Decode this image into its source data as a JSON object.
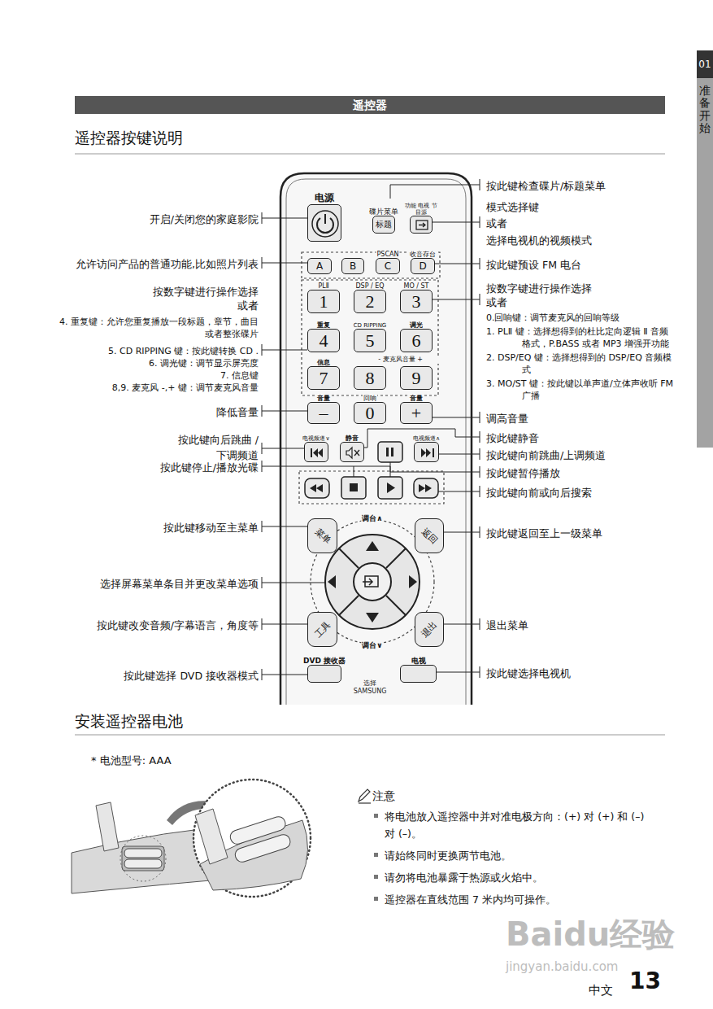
{
  "diagram": {
    "title": "遥控器按键说明",
    "nodes": [
      {
        "text": [
          "遥控器"
        ]
      },
      {
        "text": [
          "01",
          "准备开始"
        ]
      },
      {
        "text": [
          "选择 SAMSUNG"
        ]
      },
      {
        "text": [
          "电源"
        ],
        "in": 2
      },
      {
        "text": [
          "碟片菜单",
          "标题"
        ],
        "in": 2
      },
      {
        "text": [
          "功能 电视 节目源"
        ],
        "in": 2
      },
      {
        "text": [
          "A"
        ],
        "in": 2
      },
      {
        "text": [
          "B"
        ],
        "in": 2
      },
      {
        "text": [
          "PSCAN",
          "C"
        ],
        "in": 2
      },
      {
        "text": [
          "收音存台",
          "D"
        ],
        "in": 2
      },
      {
        "text": [
          "PLⅡ",
          "1"
        ],
        "in": 2
      },
      {
        "text": [
          "DSP / EQ",
          "2"
        ],
        "in": 2
      },
      {
        "text": [
          "MO / ST",
          "3"
        ],
        "in": 2
      },
      {
        "text": [
          "重复",
          "4"
        ],
        "in": 2
      },
      {
        "text": [
          "CD RIPPING",
          "5"
        ],
        "in": 2
      },
      {
        "text": [
          "调光",
          "6"
        ],
        "in": 2
      },
      {
        "text": [
          "信息",
          "7"
        ],
        "in": 2
      },
      {
        "text": [
          "8"
        ],
        "in": 2
      },
      {
        "text": [
          "9"
        ],
        "in": 2
      },
      {
        "text": [
          "音量",
          "–"
        ],
        "in": 2
      },
      {
        "text": [
          "回响",
          "0"
        ],
        "in": 2
      },
      {
        "text": [
          "音量",
          "+"
        ],
        "in": 2
      },
      {
        "text": [
          "电视频道∨"
        ],
        "in": 2
      },
      {
        "text": [
          "静音"
        ],
        "in": 2
      },
      {
        "text": [
          "电视频道∧"
        ],
        "in": 2
      },
      {
        "text": [
          "菜单"
        ],
        "in": 2
      },
      {
        "text": [
          "返回"
        ],
        "in": 2
      },
      {
        "text": [
          "调台∧",
          "调台∨"
        ],
        "in": 2
      },
      {
        "text": [
          "工具"
        ],
        "in": 2
      },
      {
        "text": [
          "退出"
        ],
        "in": 2
      },
      {
        "text": [
          "DVD 接收器"
        ],
        "in": 2
      },
      {
        "text": [
          "电视"
        ],
        "in": 2
      }
    ],
    "labels": [
      "- 麦克风音量 +",
      "开启/关闭您的家庭影院",
      "允许访问产品的普通功能,比如照片列表",
      "按数字键进行操作选择 或者",
      "4. 重复键：允许您重复播放一段标题，章节，曲目或者整张碟片",
      "5. CD RIPPING 键：按此键转换 CD .",
      "6. 调光键：调节显示屏亮度",
      "7. 信息键",
      "8,9. 麦克风 -,+ 键：调节麦克风音量",
      "降低音量",
      "按此键向后跳曲 /下调频道",
      "按此键停止/播放光碟",
      "按此键移动至主菜单",
      "选择屏幕菜单条目并更改菜单选项",
      "按此键改变音频/字幕语言，角度等",
      "按此键选择 DVD 接收器模式",
      "按此键检查碟片/标题菜单",
      "模式选择键",
      "或者",
      "选择电视机的视频模式",
      "按此键预设 FM 电台",
      "按数字键进行操作选择 或者",
      "0.回响键：调节麦克风的回响等级",
      "1. PLⅡ 键：选择想得到的杜比定向逻辑 Ⅱ 音频格式，P.BASS 或者 MP3 增强开功能",
      "2. DSP/EQ 键：选择想得到的 DSP/EQ 音频模式",
      "3. MO/ST 键：按此键以单声道/立体声收听 FM 广播",
      "调高音量",
      "按此键静音",
      "按此键向前跳曲/上调频道",
      "按此键暂停播放",
      "按此键向前或向后搜索",
      "按此键返回至上一级菜单",
      "退出菜单",
      "按此键选择电视机",
      "安装遥控器电池",
      "* 电池型号: AAA",
      "注意",
      "将电池放入遥控器中并对准电极方向：(+) 对 (+) 和 (–) 对 (–)。",
      "请始终同时更换两节电池。",
      "请勿将电池暴露于热源或火焰中。",
      "遥控器在直线范围 7 米内均可操作。",
      "Baidu经验",
      "jingyan.baidu.com",
      "中文",
      "13"
    ]
  }
}
